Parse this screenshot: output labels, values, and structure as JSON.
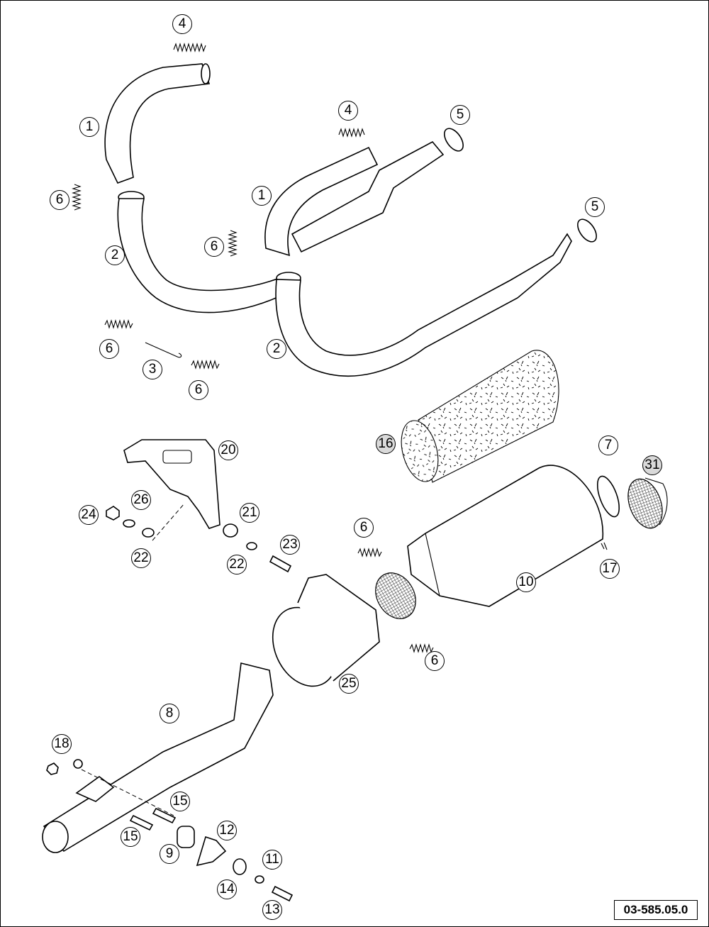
{
  "diagram": {
    "reference_code": "03-585.05.0",
    "callouts": [
      {
        "id": "c1a",
        "label": "1"
      },
      {
        "id": "c1b",
        "label": "1"
      },
      {
        "id": "c2a",
        "label": "2"
      },
      {
        "id": "c2b",
        "label": "2"
      },
      {
        "id": "c3",
        "label": "3"
      },
      {
        "id": "c4a",
        "label": "4"
      },
      {
        "id": "c4b",
        "label": "4"
      },
      {
        "id": "c5a",
        "label": "5"
      },
      {
        "id": "c5b",
        "label": "5"
      },
      {
        "id": "c6a",
        "label": "6"
      },
      {
        "id": "c6b",
        "label": "6"
      },
      {
        "id": "c6c",
        "label": "6"
      },
      {
        "id": "c6d",
        "label": "6"
      },
      {
        "id": "c6e",
        "label": "6"
      },
      {
        "id": "c6f",
        "label": "6"
      },
      {
        "id": "c7",
        "label": "7"
      },
      {
        "id": "c8",
        "label": "8"
      },
      {
        "id": "c9",
        "label": "9"
      },
      {
        "id": "c10",
        "label": "10"
      },
      {
        "id": "c11",
        "label": "11"
      },
      {
        "id": "c12",
        "label": "12"
      },
      {
        "id": "c13",
        "label": "13"
      },
      {
        "id": "c14",
        "label": "14"
      },
      {
        "id": "c15a",
        "label": "15"
      },
      {
        "id": "c15b",
        "label": "15"
      },
      {
        "id": "c16",
        "label": "16"
      },
      {
        "id": "c17",
        "label": "17"
      },
      {
        "id": "c18",
        "label": "18"
      },
      {
        "id": "c20",
        "label": "20"
      },
      {
        "id": "c21",
        "label": "21"
      },
      {
        "id": "c22a",
        "label": "22"
      },
      {
        "id": "c22b",
        "label": "22"
      },
      {
        "id": "c23",
        "label": "23"
      },
      {
        "id": "c24",
        "label": "24"
      },
      {
        "id": "c25",
        "label": "25"
      },
      {
        "id": "c26",
        "label": "26"
      },
      {
        "id": "c31",
        "label": "31"
      }
    ]
  }
}
